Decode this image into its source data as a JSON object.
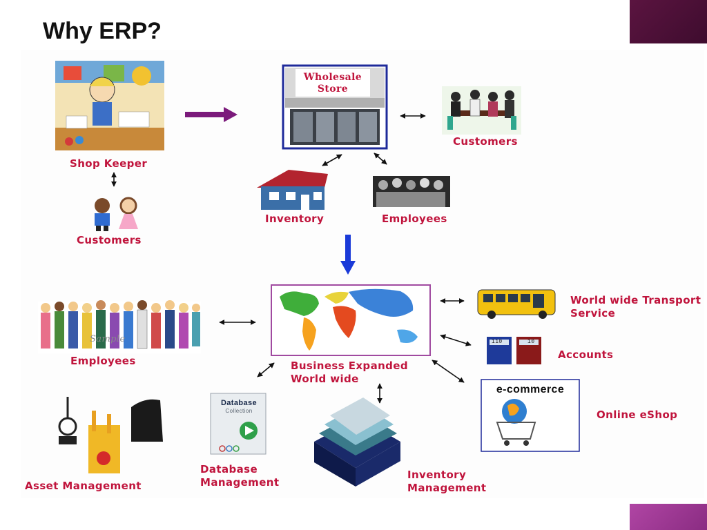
{
  "slide": {
    "title": "Why ERP?",
    "colors": {
      "accent_dark": "#4a1035",
      "accent_light": "#a0399a",
      "label": "#c0143c",
      "arrow_main": "#7b1a7b",
      "arrow_down": "#1a3ad8"
    }
  },
  "top": {
    "shopkeeper": "Shop Keeper",
    "customers_left": "Customers",
    "store_sign_line1": "Wholesale",
    "store_sign_line2": "Store",
    "customers_right": "Customers",
    "inventory": "Inventory",
    "employees": "Employees"
  },
  "bottom": {
    "employees": "Employees",
    "center_line1": "Business Expanded",
    "center_line2": "World wide",
    "transport_line1": "World wide Transport",
    "transport_line2": "Service",
    "accounts": "Accounts",
    "ecommerce_sign": "e-commerce",
    "online_eshop": "Online eShop",
    "asset_management": "Asset Management",
    "database_line1": "Database",
    "database_line2": "Management",
    "db_box_title": "Database",
    "db_box_sub": "Collection",
    "inventory_mgmt_line1": "Inventory",
    "inventory_mgmt_line2": "Management",
    "sample_watermark": "Sample",
    "calc_a": "110",
    "calc_b": "10"
  }
}
